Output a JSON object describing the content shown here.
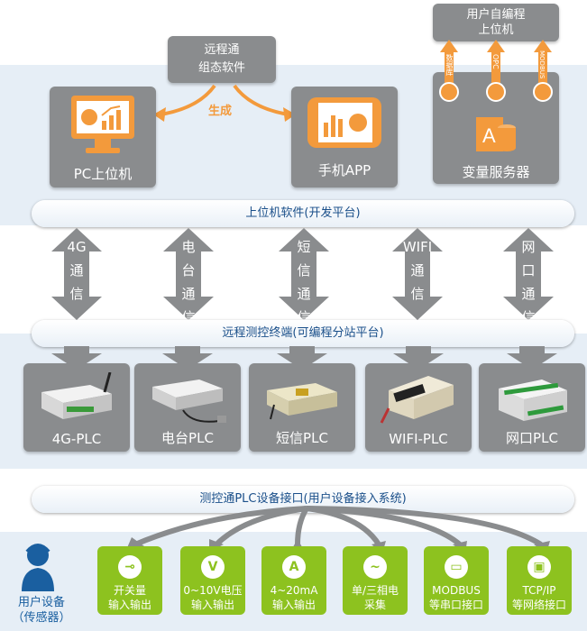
{
  "top": {
    "remote_sw": "远程通\n组态软件",
    "generate": "生成",
    "pc": "PC上位机",
    "phone": "手机APP",
    "user_prog": "用户自编程\n上位机",
    "var_server": "变量服务器",
    "protocols": [
      "数据库",
      "OPC",
      "MODBUS"
    ]
  },
  "bars": {
    "upper_software": "上位机软件(开发平台)",
    "terminal": "远程测控终端(可编程分站平台)",
    "interface": "测控通PLC设备接口(用户设备接入系统)"
  },
  "channels": [
    "4G\n通\n信",
    "电\n台\n通\n信",
    "短\n信\n通\n信",
    "WIFI\n通\n信",
    "网\n口\n通\n信"
  ],
  "plcs": [
    "4G-PLC",
    "电台PLC",
    "短信PLC",
    "WIFI-PLC",
    "网口PLC"
  ],
  "io": [
    {
      "icon": "switch-icon",
      "glyph": "⊸",
      "text": "开关量\n输入输出"
    },
    {
      "icon": "voltage-icon",
      "glyph": "V",
      "text": "0~10V电压\n输入输出"
    },
    {
      "icon": "current-icon",
      "glyph": "A",
      "text": "4~20mA\n输入输出"
    },
    {
      "icon": "ac-icon",
      "glyph": "~",
      "text": "单/三相电\n采集"
    },
    {
      "icon": "serial-port-icon",
      "glyph": "▭",
      "text": "MODBUS\n等串口接口"
    },
    {
      "icon": "ethernet-port-icon",
      "glyph": "▣",
      "text": "TCP/IP\n等网络接口"
    }
  ],
  "user_device": "用户设备\n（传感器）",
  "colors": {
    "orange": "#f39a3c",
    "green": "#8dc21f",
    "grey": "#8a8c8e",
    "band": "#e6eef6",
    "pill_text": "#1a4f8a"
  }
}
